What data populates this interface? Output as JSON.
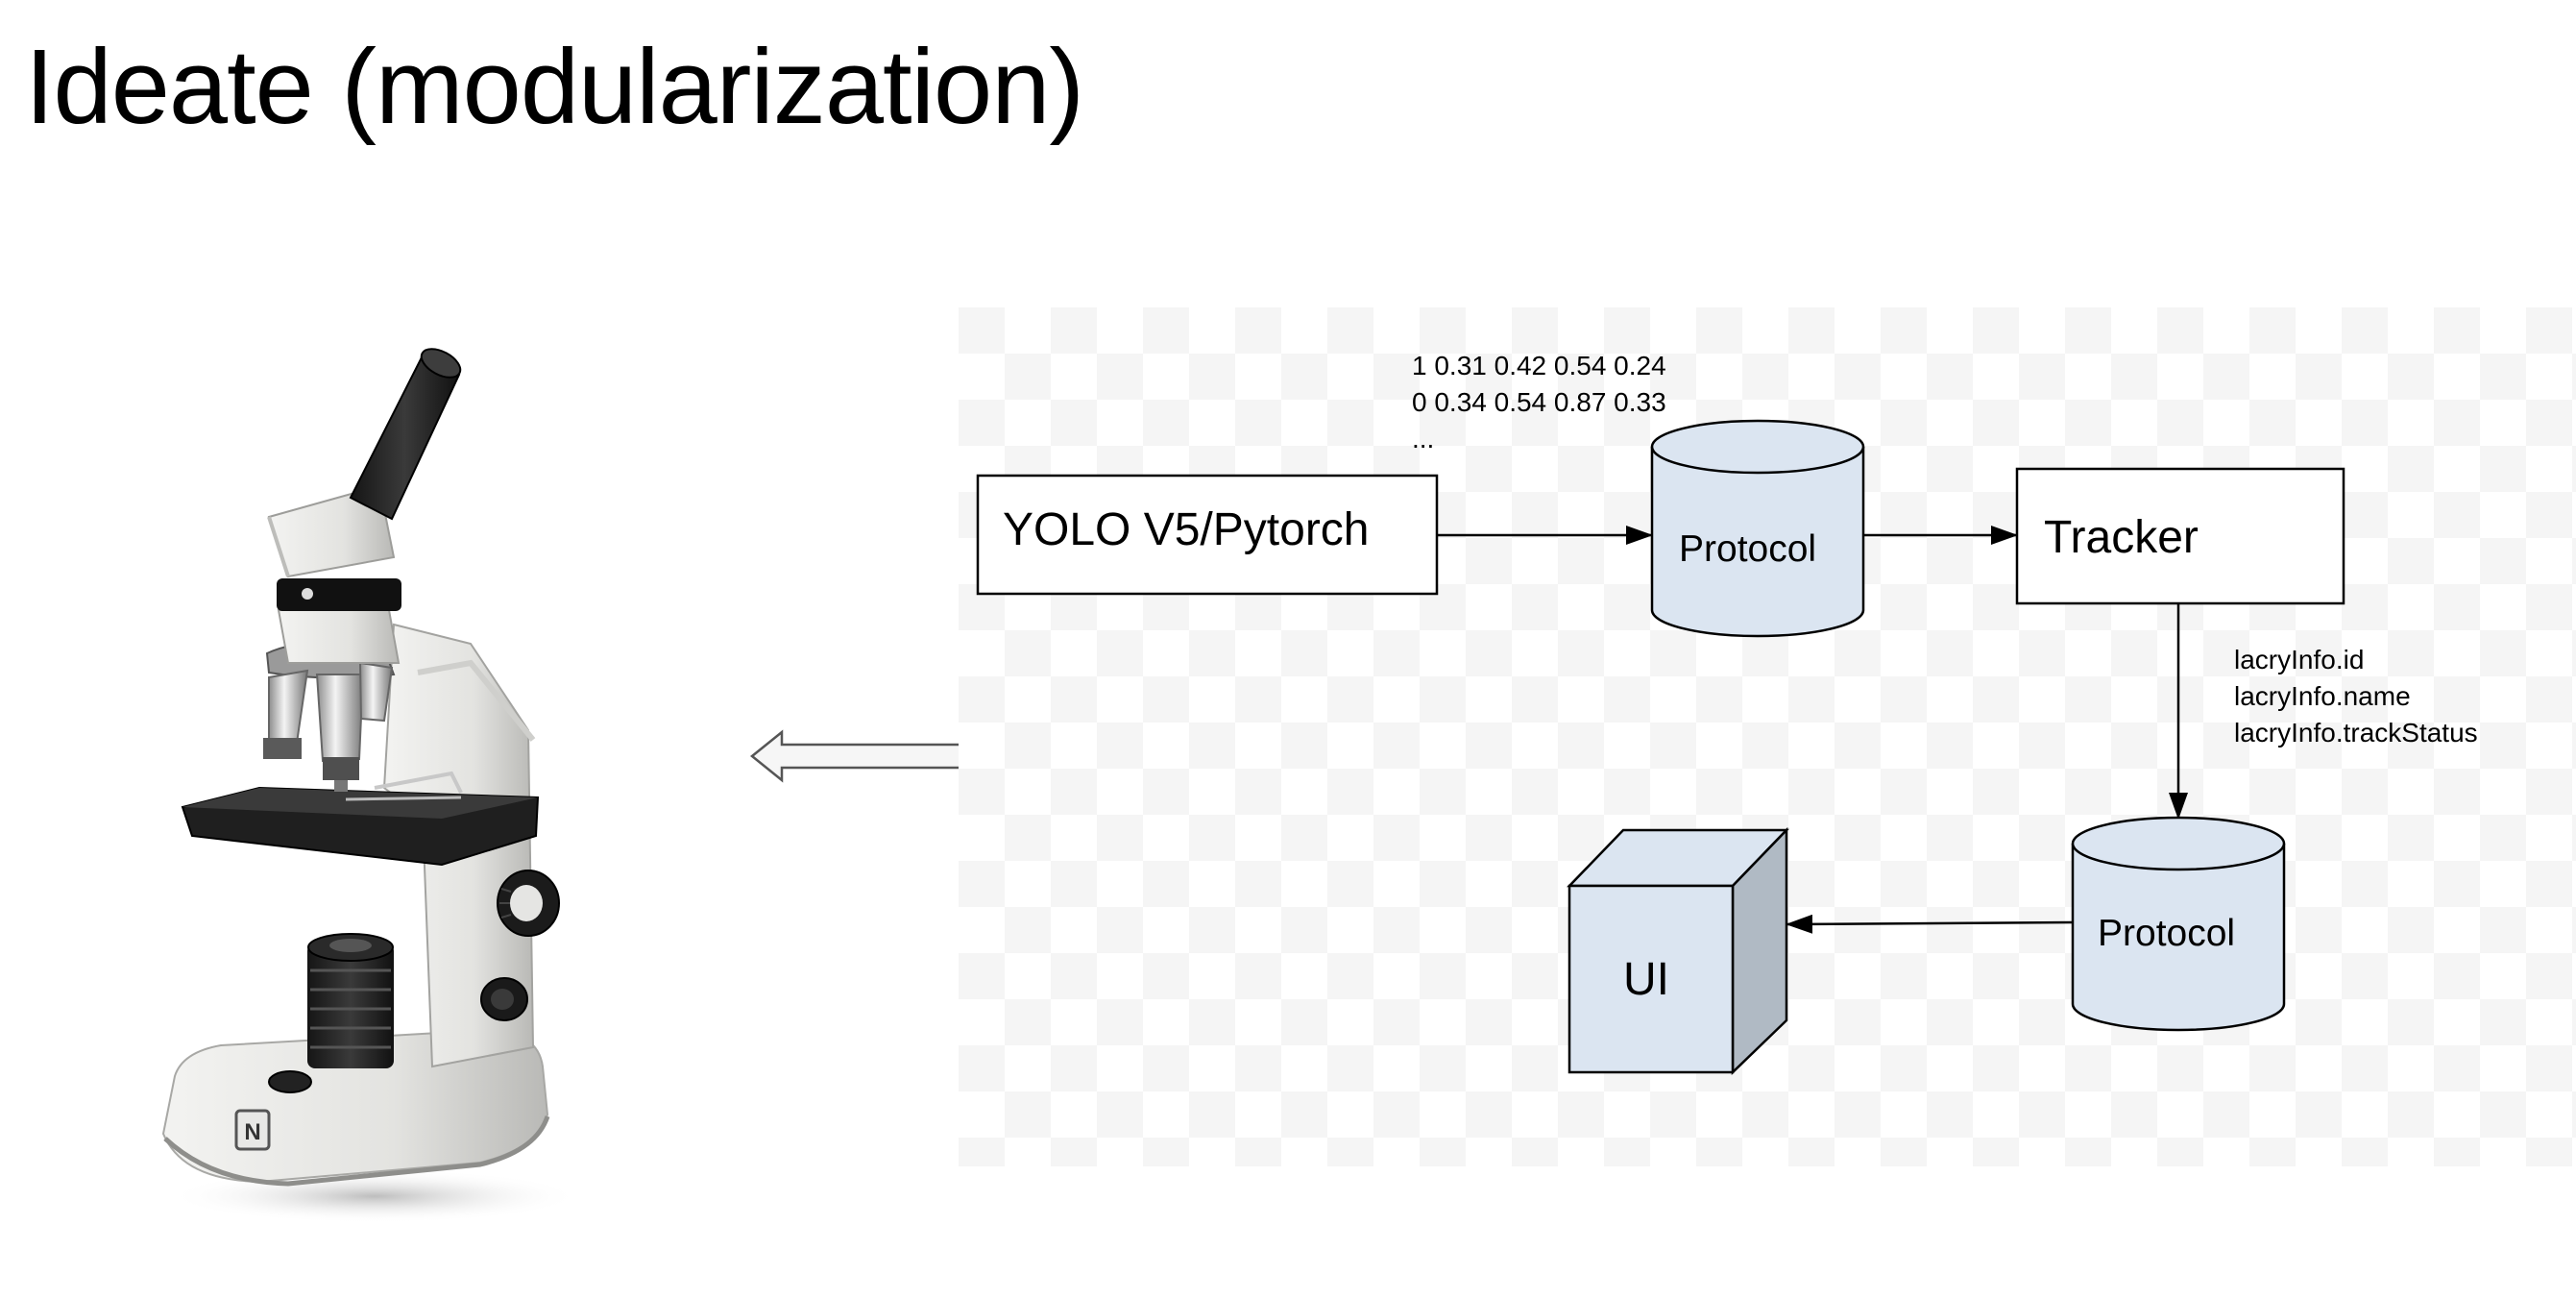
{
  "slide": {
    "title": "Ideate (modularization)"
  },
  "left_image": {
    "name": "microscope",
    "badge_text": "N"
  },
  "connector": {
    "type": "double-arrow"
  },
  "diagram": {
    "nodes": {
      "yolo": {
        "label": "YOLO V5/Pytorch",
        "shape": "rectangle"
      },
      "protocol_top": {
        "label": "Protocol",
        "shape": "cylinder",
        "fill": "#dbe5f1"
      },
      "tracker": {
        "label": "Tracker",
        "shape": "rectangle"
      },
      "protocol_bottom": {
        "label": "Protocol",
        "shape": "cylinder",
        "fill": "#dbe5f1"
      },
      "ui": {
        "label": "UI",
        "shape": "cube",
        "fill": "#dbe5f1",
        "side_fill": "#b0bac4"
      }
    },
    "annotations": {
      "detections": [
        "1 0.31 0.42 0.54 0.24",
        "0 0.34 0.54 0.87 0.33",
        "..."
      ],
      "tracker_fields": [
        "lacryInfo.id",
        "lacryInfo.name",
        "lacryInfo.trackStatus"
      ]
    },
    "edges": [
      {
        "from": "yolo",
        "to": "protocol_top"
      },
      {
        "from": "protocol_top",
        "to": "tracker"
      },
      {
        "from": "tracker",
        "to": "protocol_bottom"
      },
      {
        "from": "protocol_bottom",
        "to": "ui"
      }
    ]
  }
}
